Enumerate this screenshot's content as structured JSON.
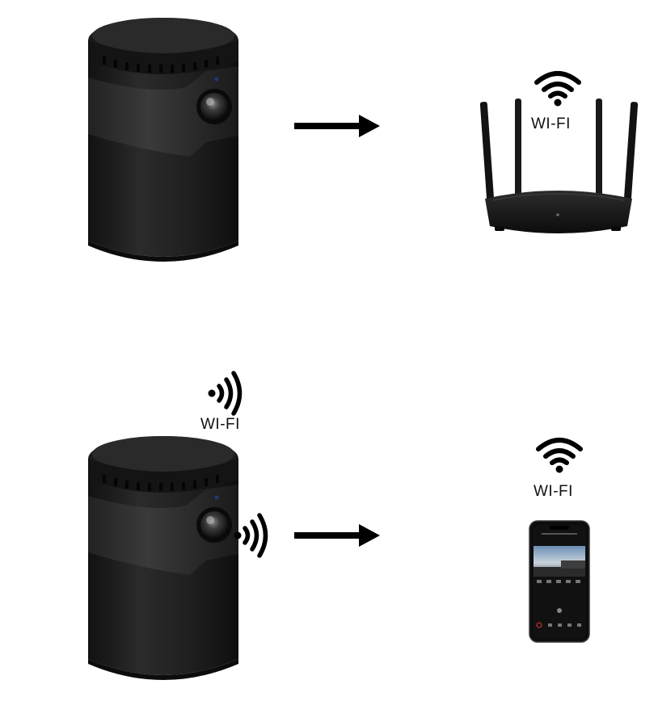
{
  "top_row": {
    "router_wifi_label": "WI-FI"
  },
  "bottom_row": {
    "camera_wifi_label": "WI-FI",
    "phone_wifi_label": "WI-FI"
  },
  "icons": {
    "arrow": "arrow-right-icon",
    "wifi": "wifi-icon"
  },
  "colors": {
    "device": "#1c1c1c",
    "arrow": "#000000",
    "background": "#ffffff"
  }
}
